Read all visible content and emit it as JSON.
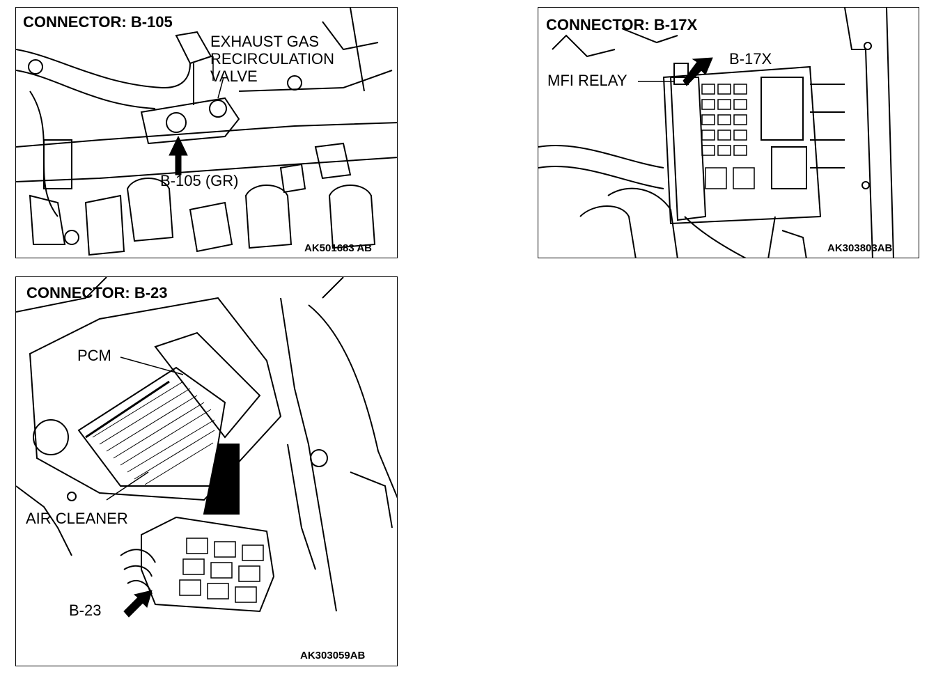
{
  "panels": [
    {
      "title": "CONNECTOR: B-105",
      "labels": {
        "component": "EXHAUST GAS",
        "component_2": "RECIRCULATION",
        "component_3": "VALVE",
        "connector": "B-105 (GR)"
      },
      "code": "AK501683 AB"
    },
    {
      "title": "CONNECTOR: B-17X",
      "labels": {
        "connector": "B-17X",
        "relay": "MFI RELAY"
      },
      "code": "AK303803AB"
    },
    {
      "title": "CONNECTOR: B-23",
      "labels": {
        "pcm": "PCM",
        "air_cleaner": "AIR CLEANER",
        "connector": "B-23"
      },
      "code": "AK303059AB"
    }
  ]
}
